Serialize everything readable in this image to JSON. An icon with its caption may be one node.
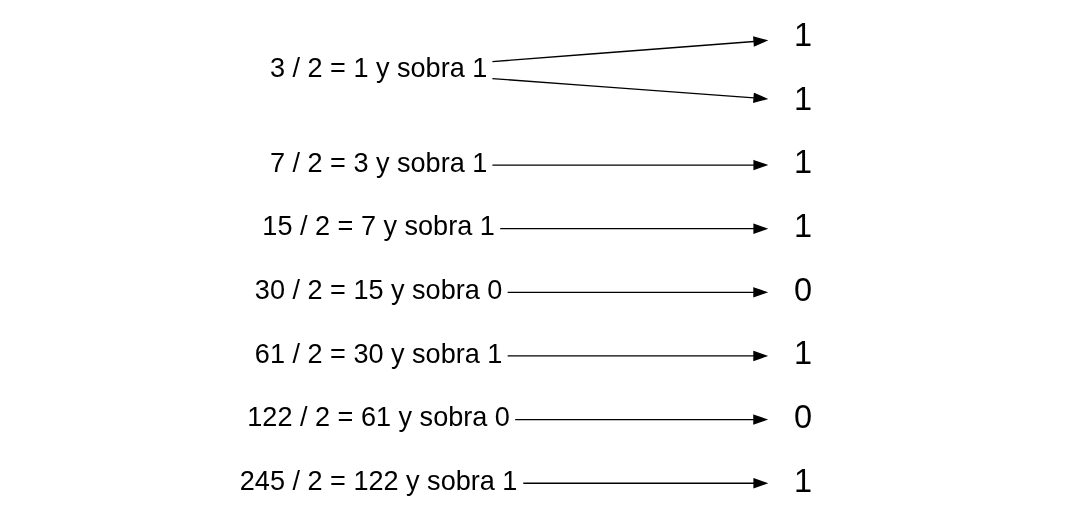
{
  "diagram": {
    "nodes": [
      {
        "text": [
          "245 / 2 = 122 y sobra 1"
        ]
      },
      {
        "text": [
          "122 / 2 = 61 y sobra 0"
        ]
      },
      {
        "text": [
          "61 / 2 = 30 y sobra 1"
        ]
      },
      {
        "text": [
          "30 / 2 = 15 y sobra 0"
        ]
      },
      {
        "text": [
          "15 / 2 = 7 y sobra 1"
        ]
      },
      {
        "text": [
          "7 / 2 = 3 y sobra 1"
        ]
      },
      {
        "text": [
          "3 / 2 = 1 y sobra 1"
        ]
      },
      {
        "text": [
          "1"
        ]
      },
      {
        "text": [
          "1"
        ]
      },
      {
        "text": [
          "1"
        ]
      },
      {
        "text": [
          "1"
        ]
      },
      {
        "text": [
          "0"
        ]
      },
      {
        "text": [
          "1"
        ]
      },
      {
        "text": [
          "0"
        ]
      },
      {
        "text": [
          "1"
        ]
      }
    ],
    "edges": [
      {
        "from": 0,
        "to": 14,
        "arrow": "to"
      },
      {
        "from": 1,
        "to": 13,
        "arrow": "to"
      },
      {
        "from": 2,
        "to": 12,
        "arrow": "to"
      },
      {
        "from": 3,
        "to": 11,
        "arrow": "to"
      },
      {
        "from": 4,
        "to": 10,
        "arrow": "to"
      },
      {
        "from": 5,
        "to": 9,
        "arrow": "to"
      },
      {
        "from": 6,
        "to": 8,
        "arrow": "to"
      },
      {
        "from": 6,
        "to": 7,
        "arrow": "to"
      }
    ]
  }
}
